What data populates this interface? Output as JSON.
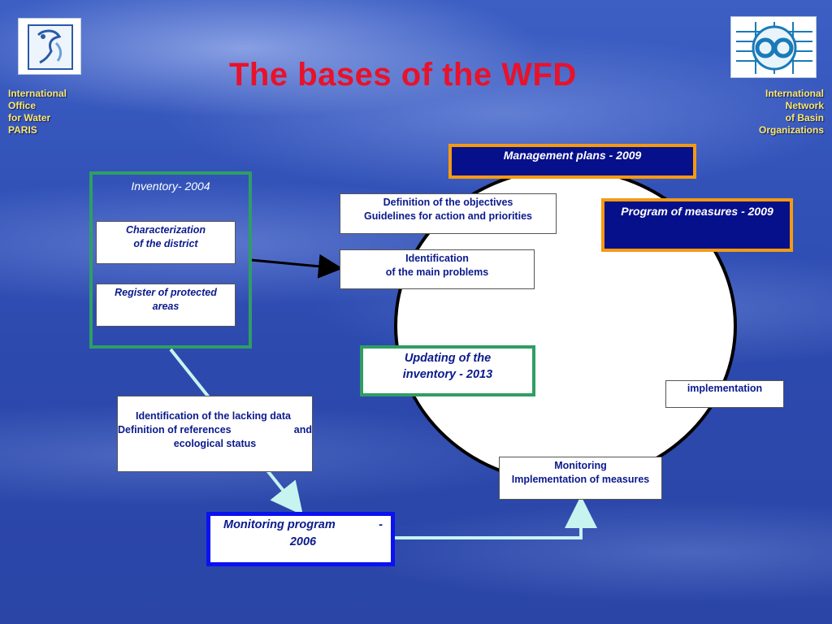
{
  "title": "The bases of the WFD",
  "left_org": {
    "line1": "International",
    "line2": "Office",
    "line3": "for Water",
    "line4": "PARIS"
  },
  "right_org": {
    "line1": "International",
    "line2": "Network",
    "line3": "of Basin",
    "line4": "Organizations"
  },
  "inventory": {
    "title": "Inventory- 2004",
    "characterization": {
      "line1": "Characterization",
      "line2": "of the district"
    },
    "register": {
      "line1": "Register of protected",
      "line2": "areas"
    }
  },
  "management_plans": "Management plans - 2009",
  "program_of_measures": "Program of measures - 2009",
  "definition_objectives": {
    "line1": "Definition of the objectives",
    "line2": "Guidelines for action and priorities"
  },
  "identification_problems": {
    "line1": "Identification",
    "line2": "of the main problems"
  },
  "updating_inventory": {
    "line1": "Updating of the",
    "line2": "inventory - 2013"
  },
  "implementation": "implementation",
  "lacking_data": {
    "line1": "Identification of the lacking data",
    "line2a": "Definition of references",
    "line2b": "and",
    "line3": "ecological status"
  },
  "monitoring_program": {
    "line1a": "Monitoring program",
    "line1b": "-",
    "line2": "2006"
  },
  "monitoring_impl": {
    "line1": "Monitoring",
    "line2": "Implementation of measures"
  },
  "colors": {
    "title": "#e8122a",
    "org_text": "#ffe86a",
    "box_text": "#0b1a8c",
    "navy_box": "#06108a",
    "orange_frame": "#f49a12",
    "green_frame": "#2e9e64",
    "blue_frame": "#0a12f0",
    "arrow_light": "#c8f4ef"
  }
}
